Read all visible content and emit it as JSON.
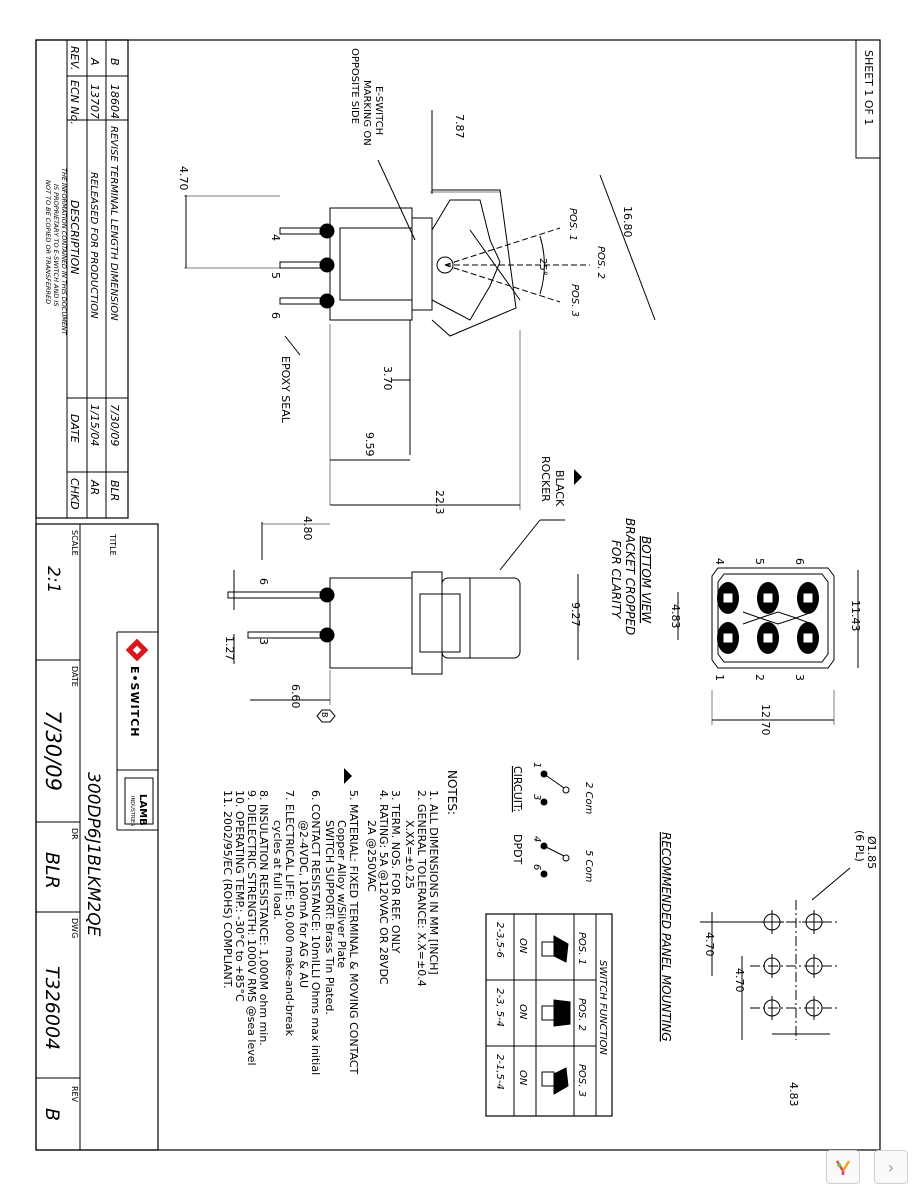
{
  "sheet": {
    "label": "SHEET 1 OF 1"
  },
  "revisions": {
    "headers": {
      "rev": "REV.",
      "ecn": "ECN No.",
      "description": "DESCRIPTION",
      "date": "DATE",
      "chkd": "CHKD"
    },
    "rows": [
      {
        "rev": "B",
        "ecn": "18604",
        "description": "REVISE TERMINAL LENGTH DIMENSION",
        "date": "7/30/09",
        "chkd": "BLR"
      },
      {
        "rev": "A",
        "ecn": "13707",
        "description": "RELEASED FOR PRODUCTION",
        "date": "1/15/04",
        "chkd": "AR"
      }
    ],
    "notice": [
      "THE INFORMATION CONTAINED IN THIS DOCUMENT",
      "IS PROPRIETARY TO E-SWITCH AND IS",
      "NOT TO BE COPIED OR TRANSFERRED"
    ]
  },
  "title_block": {
    "title_label": "TITLE",
    "title": "300DP6J1BLKM2QE",
    "scale_label": "SCALE",
    "scale": "2:1",
    "date_label": "DATE",
    "date": "7/30/09",
    "dr_label": "DR",
    "dr": "BLR",
    "dwg_label": "DWG",
    "dwg": "T326004",
    "rev_label": "REV",
    "rev": "B",
    "company": "E•SWITCH",
    "partner": "LAMB",
    "partner_sub": "INDUSTRIES"
  },
  "side_view": {
    "marking": [
      "E-SWITCH",
      "MARKING ON",
      "OPPOSITE SIDE"
    ],
    "dims": {
      "d787": "7.87",
      "d1680": "16.80",
      "d470": "4.70",
      "d370": "3.70",
      "d959": "9.59",
      "d223": "22.3"
    },
    "pos": {
      "p1": "POS. 1",
      "p2": "POS. 2",
      "p3": "POS. 3",
      "angle": "25°"
    },
    "terminals": [
      "4",
      "5",
      "6"
    ],
    "epoxy": "EPOXY SEAL",
    "rocker": [
      "BLACK",
      "ROCKER"
    ]
  },
  "front_view": {
    "dims": {
      "d480": "4.80",
      "d127": "1.27",
      "d660": "6.60",
      "d927": "9.27"
    },
    "terminals": [
      "6",
      "3"
    ],
    "badge": "B"
  },
  "bottom_view": {
    "caption": [
      "BOTTOM VIEW",
      "BRACKET CROPPED",
      "FOR CLARITY"
    ],
    "dims": {
      "d1143": "11.43",
      "d483": "4.83",
      "d1270": "12.70"
    },
    "pins_top": [
      "4",
      "5",
      "6"
    ],
    "pins_bottom": [
      "1",
      "2",
      "3"
    ]
  },
  "panel_mounting": {
    "heading": "RECOMMENDED PANEL MOUNTING",
    "hole": [
      "Ø1.85",
      "(6 PL)"
    ],
    "dims": {
      "a": "4.70",
      "b": "4.70",
      "c": "4.83"
    }
  },
  "circuit": {
    "label": "CIRCUIT:",
    "type": "DPDT",
    "pins": [
      "1",
      "3",
      "4",
      "6"
    ],
    "com1": "2 Com",
    "com2": "5 Com"
  },
  "switch_function": {
    "heading": "SWITCH FUNCTION",
    "columns": [
      "POS. 1",
      "POS. 2",
      "POS. 3"
    ],
    "state": [
      "ON",
      "ON",
      "ON"
    ],
    "connections": [
      "2-3,5-6",
      "2-3, 5-4",
      "2-1,5-4"
    ]
  },
  "notes": {
    "heading": "NOTES:",
    "lines": [
      "1. ALL DIMENSIONS IN MM [INCH]",
      "2. GENERAL TOLERANCE: X.X=±0.4",
      "   X.XX=±0.25",
      "3. TERM. NOS. FOR REF. ONLY",
      "4. RATING: 5A @120VAC OR 28VDC",
      "   2A @250VAC",
      "5. MATERIAL: FIXED TERMINAL & MOVING CONTACT",
      "   Copper Alloy w/Silver Plate",
      "   SWITCH SUPPORT: Brass Tin Plated.",
      "6. CONTACT RESISTANCE: 10mILLI Ohms max initial",
      "   @2-4VDC, 100mA for AG & AU",
      "7. ELECTRICAL LIFE: 50,000 make-and-break",
      "   cycles at full load.",
      "8. INSULATION RESISTANCE: 1,000M ohm min.",
      "9. DIELECTRIC STRENGTH: 1000V RMS @sea level",
      "10. OPERATING TEMP.: -30°C to +85°C",
      "11. 2002/95/EC (ROHS) COMPLIANT."
    ]
  },
  "viewer": {
    "next_glyph": "›"
  }
}
